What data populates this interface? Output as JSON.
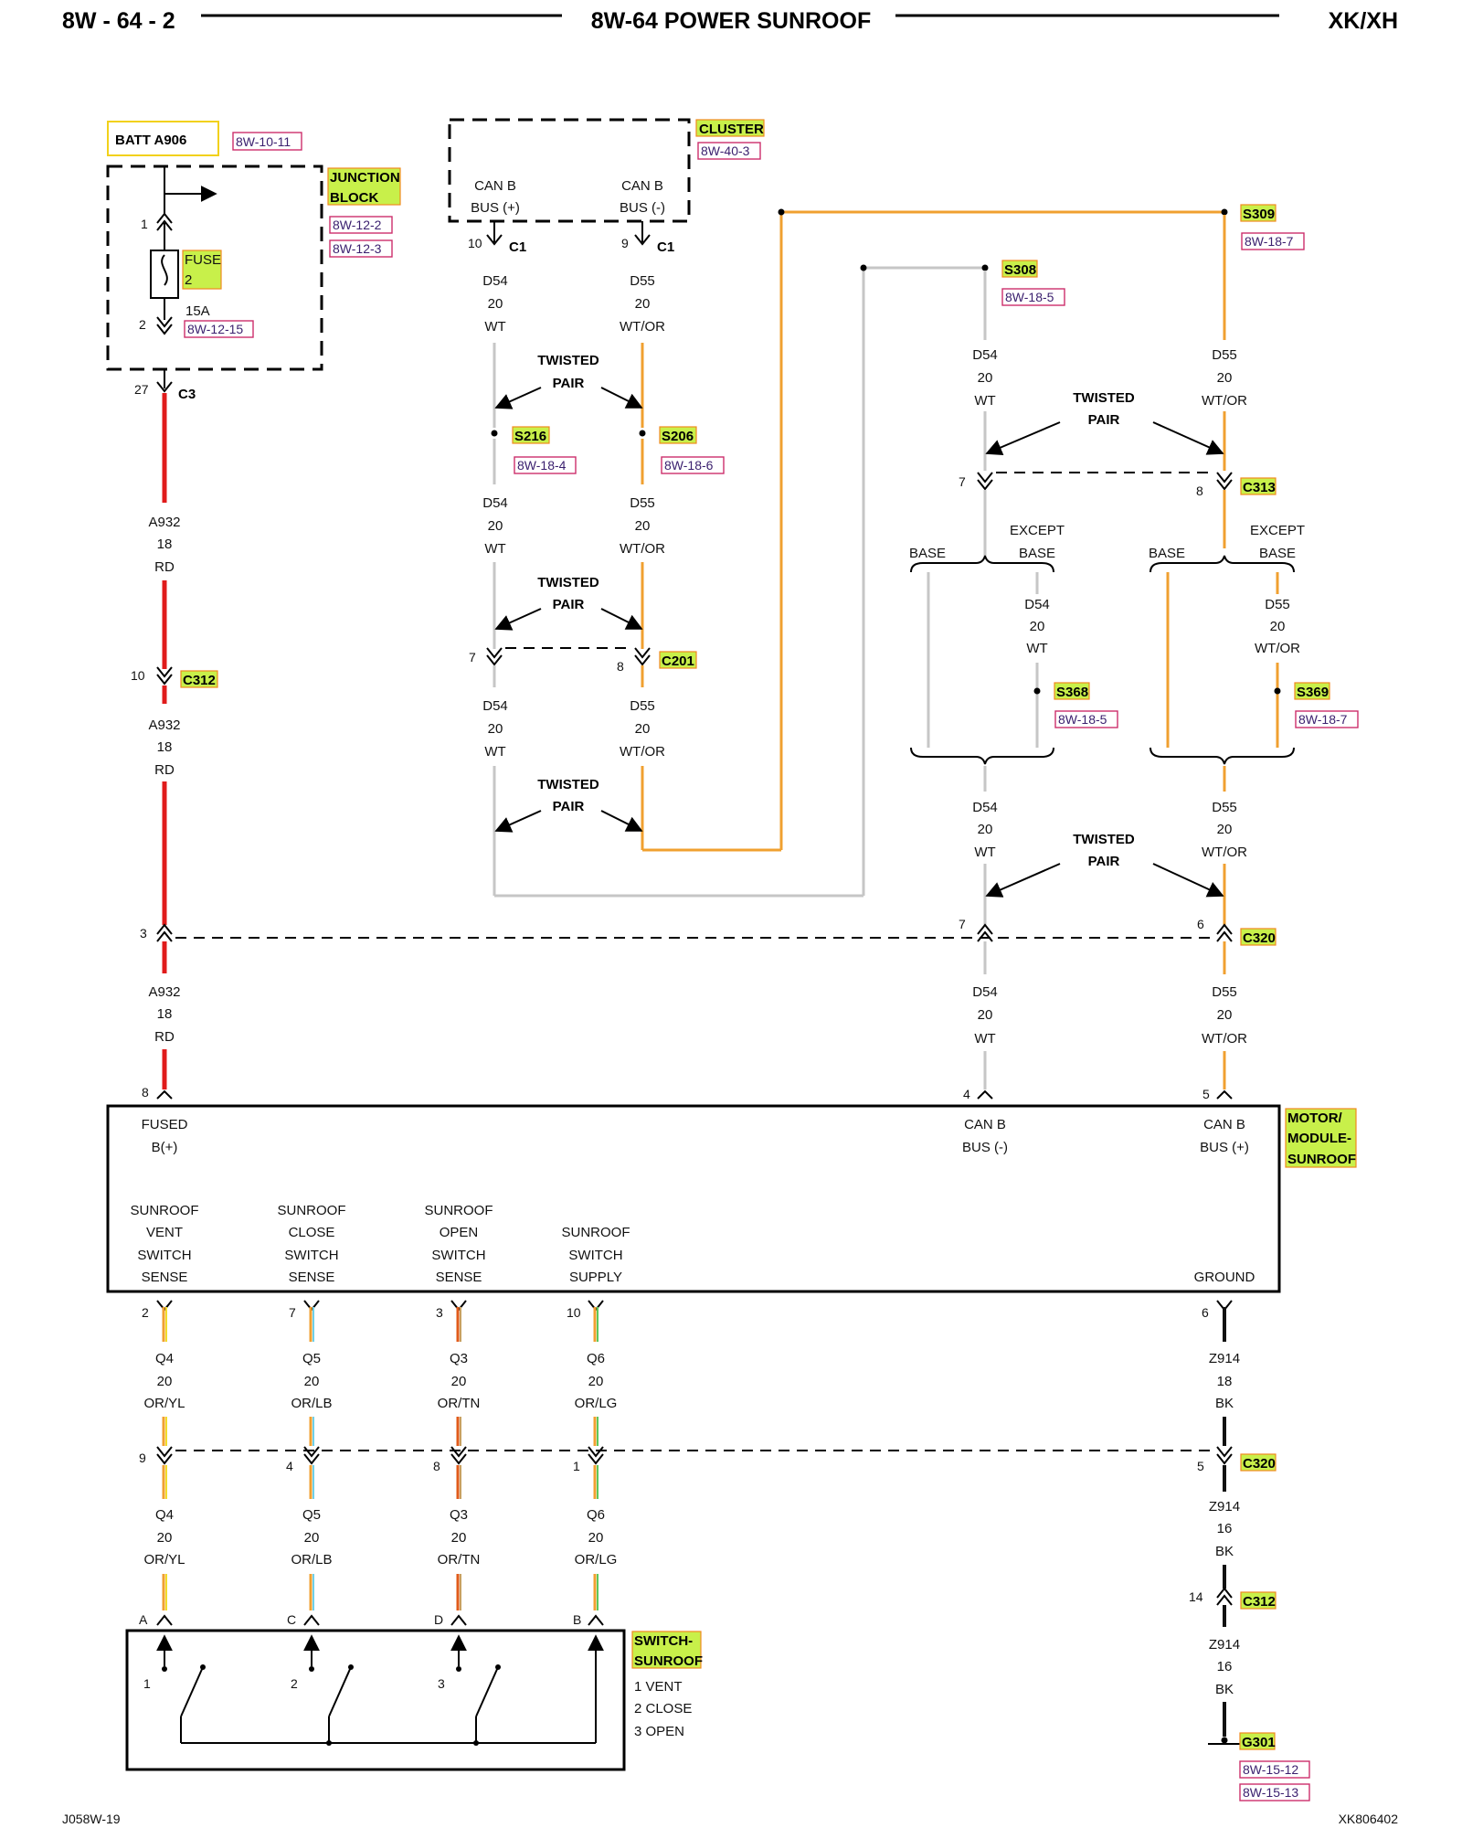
{
  "header": {
    "page_id": "8W - 64 - 2",
    "title": "8W-64 POWER SUNROOF",
    "model": "XK/XH"
  },
  "footer": {
    "left": "J058W-19",
    "right": "XK806402"
  },
  "components": {
    "batt": "BATT A906",
    "batt_ref": "8W-10-11",
    "junction_block": [
      "JUNCTION",
      "BLOCK"
    ],
    "junction_refs": [
      "8W-12-2",
      "8W-12-3"
    ],
    "fuse": [
      "FUSE",
      "2"
    ],
    "fuse_amps": "15A",
    "fuse_ref": "8W-12-15",
    "cluster": "CLUSTER",
    "cluster_ref": "8W-40-3",
    "cluster_pin_left": [
      "CAN B",
      "BUS (+)"
    ],
    "cluster_pin_right": [
      "CAN B",
      "BUS (-)"
    ],
    "motor_module": [
      "MOTOR/",
      "MODULE-",
      "SUNROOF"
    ],
    "switch": [
      "SWITCH-",
      "SUNROOF"
    ],
    "switch_legend": [
      "1 VENT",
      "2 CLOSE",
      "3 OPEN"
    ],
    "ground": "G301",
    "ground_refs": [
      "8W-15-12",
      "8W-15-13"
    ]
  },
  "module_pins": {
    "fused": [
      "FUSED",
      "B(+)"
    ],
    "canb_minus": [
      "CAN B",
      "BUS (-)"
    ],
    "canb_plus": [
      "CAN B",
      "BUS (+)"
    ],
    "vent": [
      "SUNROOF",
      "VENT",
      "SWITCH",
      "SENSE"
    ],
    "close": [
      "SUNROOF",
      "CLOSE",
      "SWITCH",
      "SENSE"
    ],
    "open": [
      "SUNROOF",
      "OPEN",
      "SWITCH",
      "SENSE"
    ],
    "supply": [
      "SUNROOF",
      "SWITCH",
      "SUPPLY"
    ],
    "ground": "GROUND"
  },
  "connectors": {
    "c1": "C1",
    "c3": "C3",
    "c312": "C312",
    "c201": "C201",
    "c313": "C313",
    "c320": "C320"
  },
  "splices": {
    "s216": "S216",
    "s216_ref": "8W-18-4",
    "s206": "S206",
    "s206_ref": "8W-18-6",
    "s308": "S308",
    "s308_ref": "8W-18-5",
    "s309": "S309",
    "s309_ref": "8W-18-7",
    "s368": "S368",
    "s368_ref": "8W-18-5",
    "s369": "S369",
    "s369_ref": "8W-18-7"
  },
  "wires": {
    "a932": [
      "A932",
      "18",
      "RD"
    ],
    "d54": [
      "D54",
      "20",
      "WT"
    ],
    "d55": [
      "D55",
      "20",
      "WT/OR"
    ],
    "q4": [
      "Q4",
      "20",
      "OR/YL"
    ],
    "q5": [
      "Q5",
      "20",
      "OR/LB"
    ],
    "q3": [
      "Q3",
      "20",
      "OR/TN"
    ],
    "q6": [
      "Q6",
      "20",
      "OR/LG"
    ],
    "z914_18": [
      "Z914",
      "18",
      "BK"
    ],
    "z914_16": [
      "Z914",
      "16",
      "BK"
    ]
  },
  "notes": {
    "twisted_pair": [
      "TWISTED",
      "PAIR"
    ],
    "base": "BASE",
    "except_base": [
      "EXCEPT",
      "BASE"
    ]
  },
  "pins": {
    "fuse_in": "1",
    "fuse_out": "2",
    "c3": "27",
    "c1_left": "10",
    "c1_right": "9",
    "c312_a932": "10",
    "c201_left": "7",
    "c201_right": "8",
    "c313_left": "7",
    "c313_right": "8",
    "c320_a932": "3",
    "c320_d54": "7",
    "c320_d55": "6",
    "mod_fused": "8",
    "mod_canb_minus": "4",
    "mod_canb_plus": "5",
    "mod_q4": "2",
    "mod_q5": "7",
    "mod_q3": "3",
    "mod_q6": "10",
    "mod_gnd": "6",
    "c320_q4": "9",
    "c320_q5": "4",
    "c320_q3": "8",
    "c320_q6": "1",
    "c320_z914": "5",
    "c312_z914": "14",
    "sw_a": "A",
    "sw_c": "C",
    "sw_d": "D",
    "sw_b": "B",
    "sw_1": "1",
    "sw_2": "2",
    "sw_3": "3"
  },
  "colors": {
    "red": "#e01b1b",
    "white_wire": "#c6c6c6",
    "orange": "#f0a030",
    "yellow": "#f2dc2a",
    "light_blue": "#6ed0e8",
    "tan": "#c8a060",
    "light_green": "#5cc85c",
    "black": "#111111",
    "tag_fill": "#c8f04a"
  }
}
